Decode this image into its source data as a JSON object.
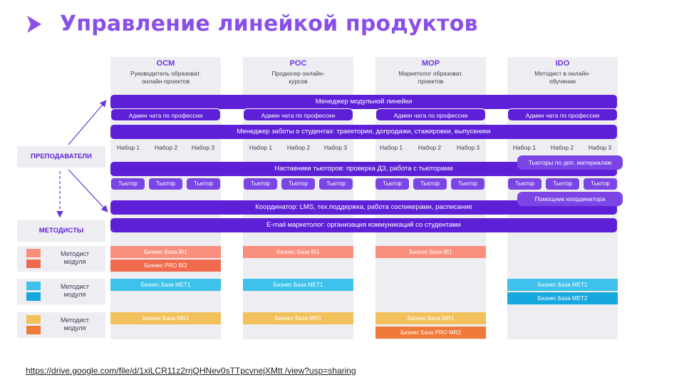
{
  "title": "Управление линейкой продуктов",
  "columns": [
    {
      "code": "OCM",
      "role": "Руководитель образоват. онлайн-проектов"
    },
    {
      "code": "POC",
      "role": "Продюсер онлайн-курсов"
    },
    {
      "code": "MOP",
      "role": "Маркетолог образоват. проектов"
    },
    {
      "code": "IDO",
      "role": "Методист в онлайн-обучении"
    }
  ],
  "rows": {
    "manager_line": "Менеджер модульной линейки",
    "chat_admin": "Админ чата по профессии",
    "care_manager": "Менеджер заботы о студентах: траектории, допродажи, стажировки, выпускники",
    "nabor": [
      "Набор 1",
      "Набор 2",
      "Набор 3"
    ],
    "tutor_mentors": "Наставники тьюторов: проверка ДЗ, работа с тьюторами",
    "tutor": "Тьютор",
    "extra_tutors": "Тьюторы по доп. материалам",
    "coordinator_assistant": "Помощник координатора",
    "coordinator": "Координатор: LMS, тех.поддержка, работа соспикерами, расписание",
    "email_marketer": "E-mail маркетолог: организация коммуникаций со студентами"
  },
  "left_panel": {
    "teachers": "ПРЕПОДАВАТЕЛИ",
    "methodists": "МЕТОДИСТЫ",
    "legend": [
      {
        "label": "Методист модуля",
        "colors": [
          "#f9907e",
          "#f06b4d"
        ]
      },
      {
        "label": "Методист модуля",
        "colors": [
          "#3ec1ea",
          "#18a8e0"
        ]
      },
      {
        "label": "Методист модуля",
        "colors": [
          "#f3c15b",
          "#f07a3a"
        ]
      }
    ]
  },
  "modules": {
    "bi1": "Бизнес База BI1",
    "bi2": "Бизнес PRO BI2",
    "met1": "Бизнес База MET1",
    "met2": "Бизнес База MET2",
    "mr1": "Бизнес База MR1",
    "mr2": "Бизнес База PRO MR2"
  },
  "footer_link": "https://drive.google.com/file/d/1xiLCR11z2rrjQHNev0sTTpcvnejXMtt /view?usp=sharing",
  "colors": {
    "accent": "#8a4fe8",
    "primary_bar": "#5e20d6",
    "panel_bg": "#eeeef2"
  }
}
